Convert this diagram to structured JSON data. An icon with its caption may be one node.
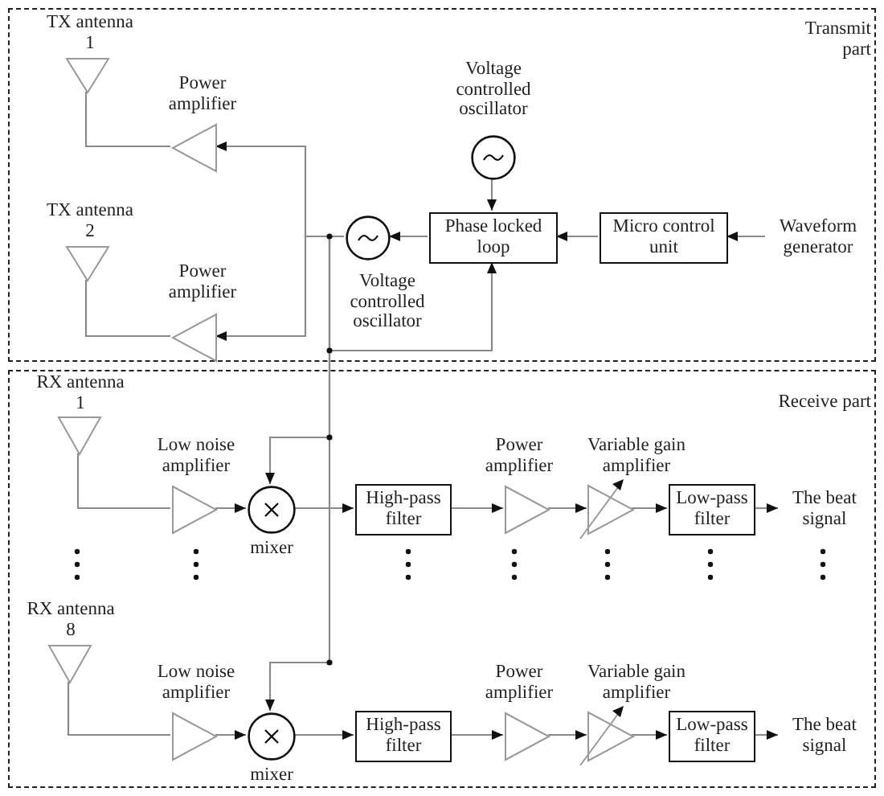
{
  "diagram": {
    "nodes": [
      {
        "text": [
          "Transmit part"
        ]
      },
      {
        "text": [
          "TX antenna 1"
        ],
        "in": 0
      },
      {
        "text": [
          "Power amplifier"
        ],
        "in": 0
      },
      {
        "text": [
          "Voltage controlled oscillator"
        ],
        "in": 0
      },
      {
        "text": [
          "TX antenna 2"
        ],
        "in": 0
      },
      {
        "text": [
          "Power amplifier"
        ],
        "in": 0
      },
      {
        "text": [
          "Voltage controlled oscillator"
        ],
        "in": 0
      },
      {
        "text": [
          "Phase locked loop"
        ],
        "in": 0
      },
      {
        "text": [
          "Micro control unit"
        ],
        "in": 0
      },
      {
        "text": [
          "Waveform generator"
        ],
        "in": 0
      },
      {
        "text": [
          "Receive part"
        ]
      },
      {
        "text": [
          "RX antenna 1"
        ],
        "in": 10
      },
      {
        "text": [
          "Low noise amplifier"
        ],
        "in": 10
      },
      {
        "text": [
          "mixer"
        ],
        "in": 10
      },
      {
        "text": [
          "High-pass filter"
        ],
        "in": 10
      },
      {
        "text": [
          "Power amplifier"
        ],
        "in": 10
      },
      {
        "text": [
          "Variable gain amplifier"
        ],
        "in": 10
      },
      {
        "text": [
          "Low-pass filter"
        ],
        "in": 10
      },
      {
        "text": [
          "The beat signal"
        ],
        "in": 10
      },
      {
        "text": [
          "RX antenna 8"
        ],
        "in": 10
      },
      {
        "text": [
          "Low noise amplifier"
        ],
        "in": 10
      },
      {
        "text": [
          "mixer"
        ],
        "in": 10
      },
      {
        "text": [
          "High-pass filter"
        ],
        "in": 10
      },
      {
        "text": [
          "Power amplifier"
        ],
        "in": 10
      },
      {
        "text": [
          "Variable gain amplifier"
        ],
        "in": 10
      },
      {
        "text": [
          "Low-pass filter"
        ],
        "in": 10
      },
      {
        "text": [
          "The beat signal"
        ],
        "in": 10
      }
    ],
    "edges": [
      {
        "from": 9,
        "to": 8,
        "arrow": "to"
      },
      {
        "from": 8,
        "to": 7,
        "arrow": "to"
      },
      {
        "from": 3,
        "to": 7,
        "arrow": "to"
      },
      {
        "from": 7,
        "to": 6,
        "arrow": "to"
      },
      {
        "from": 6,
        "to": 2,
        "arrow": "to"
      },
      {
        "from": 6,
        "to": 5,
        "arrow": "to"
      },
      {
        "from": 6,
        "to": 7,
        "arrow": "to"
      },
      {
        "from": 6,
        "to": 13,
        "arrow": "to"
      },
      {
        "from": 6,
        "to": 21,
        "arrow": "to"
      },
      {
        "from": 2,
        "to": 1,
        "arrow": "none"
      },
      {
        "from": 5,
        "to": 4,
        "arrow": "none"
      },
      {
        "from": 11,
        "to": 12,
        "arrow": "none"
      },
      {
        "from": 12,
        "to": 13,
        "arrow": "to"
      },
      {
        "from": 13,
        "to": 14,
        "arrow": "to"
      },
      {
        "from": 14,
        "to": 15,
        "arrow": "to"
      },
      {
        "from": 15,
        "to": 16,
        "arrow": "to"
      },
      {
        "from": 16,
        "to": 17,
        "arrow": "to"
      },
      {
        "from": 17,
        "to": 18,
        "arrow": "to"
      },
      {
        "from": 19,
        "to": 20,
        "arrow": "none"
      },
      {
        "from": 20,
        "to": 21,
        "arrow": "to"
      },
      {
        "from": 21,
        "to": 22,
        "arrow": "to"
      },
      {
        "from": 22,
        "to": 23,
        "arrow": "to"
      },
      {
        "from": 23,
        "to": 24,
        "arrow": "to"
      },
      {
        "from": 24,
        "to": 25,
        "arrow": "to"
      },
      {
        "from": 25,
        "to": 26,
        "arrow": "to"
      }
    ]
  }
}
